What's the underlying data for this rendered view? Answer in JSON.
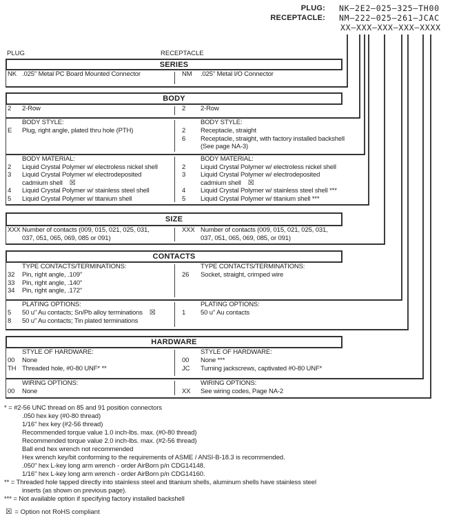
{
  "pn": {
    "plug_label": "PLUG:",
    "plug_code": "NK–2E2–025–325–TH00",
    "receptacle_label": "RECEPTACLE:",
    "receptacle_code": "NM–222–025–261–JCAC",
    "code_mask": "XX–XXX–XXX–XXX–XXXX"
  },
  "columns": {
    "left_label": "PLUG",
    "right_label": "RECEPTACLE"
  },
  "symbols": {
    "rohs": "☒"
  },
  "sections": {
    "series": {
      "title": "SERIES",
      "left": {
        "code": "NK",
        "desc": ".025\" Metal PC Board Mounted Connector"
      },
      "right": {
        "code": "NM",
        "desc": ".025\" Metal I/O Connector"
      }
    },
    "body": {
      "title": "BODY",
      "row": {
        "left": {
          "code": "2",
          "desc": "2-Row"
        },
        "right": {
          "code": "2",
          "desc": "2-Row"
        }
      },
      "style": {
        "heading": "BODY STYLE:",
        "left": [
          {
            "code": "E",
            "desc": "Plug, right angle, plated thru hole (PTH)"
          }
        ],
        "right": [
          {
            "code": "2",
            "desc": "Receptacle, straight"
          },
          {
            "code": "6",
            "desc": "Receptacle, straight, with factory installed backshell",
            "cont": "(See page NA-3)"
          }
        ]
      },
      "material": {
        "heading": "BODY MATERIAL:",
        "left": [
          {
            "code": "2",
            "desc": "Liquid Crystal Polymer w/ electroless nickel shell"
          },
          {
            "code": "3",
            "desc": "Liquid Crystal Polymer w/ electrodeposited",
            "cont": "cadmium shell"
          },
          {
            "code": "4",
            "desc": "Liquid Crystal Polymer w/ stainless steel shell"
          },
          {
            "code": "5",
            "desc": "Liquid Crystal Polymer w/ titanium shell"
          }
        ],
        "right": [
          {
            "code": "2",
            "desc": "Liquid Crystal Polymer w/ electroless nickel shell"
          },
          {
            "code": "3",
            "desc": "Liquid Crystal Polymer w/ electrodeposited",
            "cont": "cadmium shell"
          },
          {
            "code": "4",
            "desc": "Liquid Crystal Polymer w/ stainless steel shell ***"
          },
          {
            "code": "5",
            "desc": "Liquid Crystal Polymer w/ titanium shell ***"
          }
        ]
      }
    },
    "size": {
      "title": "SIZE",
      "left": {
        "code": "XXX",
        "desc": "Number of contacts (009, 015, 021, 025, 031,",
        "cont": "037, 051, 065, 069, 085 or 091)"
      },
      "right": {
        "code": "XXX",
        "desc": "Number of contacts (009, 015, 021, 025, 031,",
        "cont": "037, 051, 065, 069, 085, or 091)"
      }
    },
    "contacts": {
      "title": "CONTACTS",
      "type": {
        "heading": "TYPE CONTACTS/TERMINATIONS:",
        "left": [
          {
            "code": "32",
            "desc": "Pin, right angle, .109\""
          },
          {
            "code": "33",
            "desc": "Pin, right angle, .140\""
          },
          {
            "code": "34",
            "desc": "Pin, right angle, .172\""
          }
        ],
        "right": [
          {
            "code": "26",
            "desc": "Socket, straight, crimped wire"
          }
        ]
      },
      "plating": {
        "heading": "PLATING OPTIONS:",
        "left": [
          {
            "code": "5",
            "desc": "50 u\" Au contacts; Sn/Pb alloy terminations"
          },
          {
            "code": "8",
            "desc": "50 u\" Au contacts; Tin plated terminations"
          }
        ],
        "right": [
          {
            "code": "1",
            "desc": "50 u\" Au contacts"
          }
        ]
      }
    },
    "hardware": {
      "title": "HARDWARE",
      "style": {
        "heading": "STYLE OF HARDWARE:",
        "left": [
          {
            "code": "00",
            "desc": "None"
          },
          {
            "code": "TH",
            "desc": "Threaded hole, #0-80 UNF* **"
          }
        ],
        "right": [
          {
            "code": "00",
            "desc": "None ***"
          },
          {
            "code": "JC",
            "desc": "Turning jackscrews, captivated #0-80 UNF*"
          }
        ]
      },
      "wiring": {
        "heading": "WIRING OPTIONS:",
        "left": [
          {
            "code": "00",
            "desc": "None"
          }
        ],
        "right": [
          {
            "code": "XX",
            "desc": "See wiring codes, Page NA-2"
          }
        ]
      }
    }
  },
  "footnotes": [
    {
      "text": "* = #2-56 UNC thread on 85 and 91 position connectors",
      "indent": 0
    },
    {
      "text": ".050 hex key (#0-80 thread)",
      "indent": 1
    },
    {
      "text": "1/16\" hex key (#2-56 thread)",
      "indent": 1
    },
    {
      "text": "Recommended torque value 1.0 inch-lbs. max. (#0-80 thread)",
      "indent": 1
    },
    {
      "text": "Recommended torque value 2.0 inch-lbs. max. (#2-56 thread)",
      "indent": 1
    },
    {
      "text": "Ball end hex wrench not recommended",
      "indent": 1
    },
    {
      "text": "Hex wrench key/bit conforming to the requirements of ASME / ANSI-B-18.3 is recommended.",
      "indent": 1
    },
    {
      "text": ".050\" hex L-key long arm wrench - order AirBorn p/n CDG14148.",
      "indent": 1
    },
    {
      "text": "1/16\" hex L-key long arm wrench - order AirBorn p/n CDG14160.",
      "indent": 1
    },
    {
      "text": "** = Threaded hole tapped directly into stainless steel and titanium shells, aluminum shells have stainless steel",
      "indent": 0
    },
    {
      "text": "inserts (as shown on previous page).",
      "indent": 1
    },
    {
      "text": "*** = Not available option if specifying factory installed backshell",
      "indent": 0
    }
  ],
  "rohs_legend": {
    "text": "= Option not RoHS compliant"
  }
}
